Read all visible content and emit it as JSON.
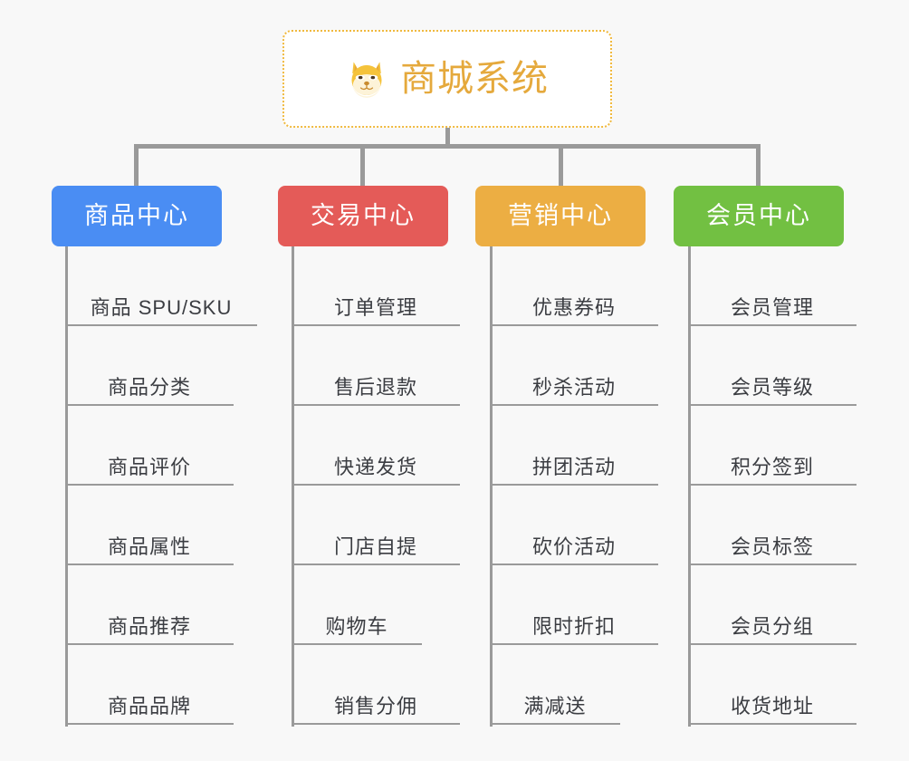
{
  "page": {
    "background_color": "#f8f8f8",
    "connector_color": "#9a9a9a"
  },
  "root": {
    "title": "商城系统",
    "icon": "shiba-dog-emoji",
    "title_color": "#e5a93c",
    "border_color": "#f0b93e",
    "background_color": "#ffffff"
  },
  "columns": [
    {
      "key": "product-center",
      "label": "商品中心",
      "color": "#4a8df3",
      "items": [
        "商品 SPU/SKU",
        "商品分类",
        "商品评价",
        "商品属性",
        "商品推荐",
        "商品品牌"
      ]
    },
    {
      "key": "trade-center",
      "label": "交易中心",
      "color": "#e45b58",
      "items": [
        "订单管理",
        "售后退款",
        "快递发货",
        "门店自提",
        "购物车",
        "销售分佣"
      ]
    },
    {
      "key": "marketing-center",
      "label": "营销中心",
      "color": "#ecae43",
      "items": [
        "优惠券码",
        "秒杀活动",
        "拼团活动",
        "砍价活动",
        "限时折扣",
        "满减送"
      ]
    },
    {
      "key": "member-center",
      "label": "会员中心",
      "color": "#72c042",
      "items": [
        "会员管理",
        "会员等级",
        "积分签到",
        "会员标签",
        "会员分组",
        "收货地址"
      ]
    }
  ]
}
